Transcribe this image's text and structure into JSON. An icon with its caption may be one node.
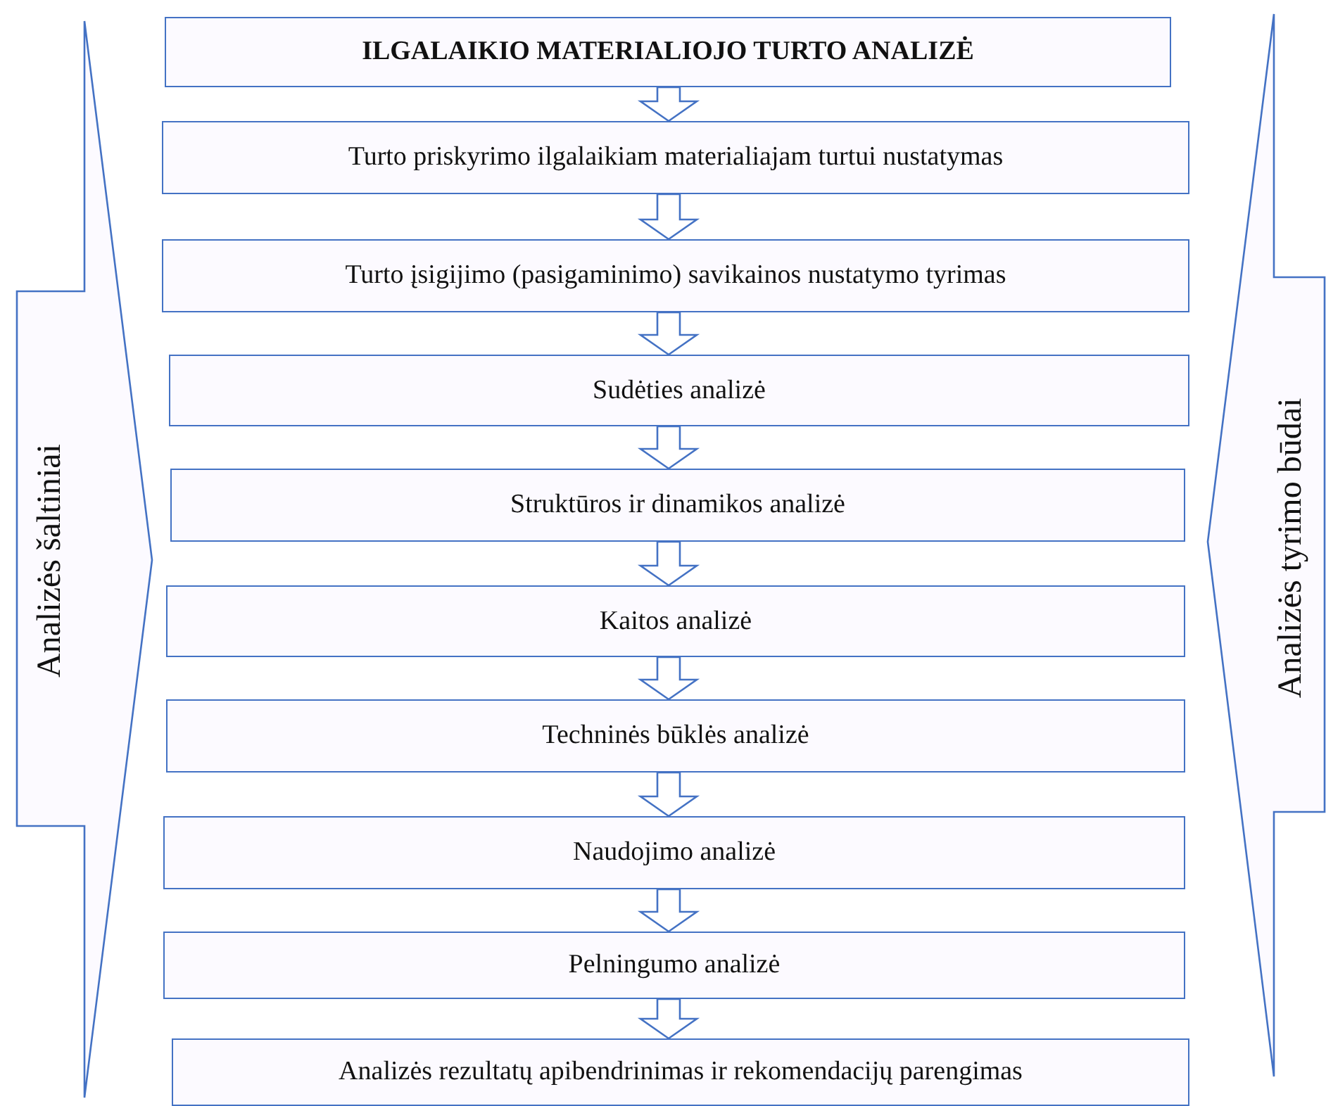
{
  "diagram": {
    "nodes": [
      {
        "text": [
          "ILGALAIKIO MATERIALIOJO TURTO ANALIZĖ"
        ]
      },
      {
        "text": [
          "Turto priskyrimo ilgalaikiam materialiajam turtui nustatymas"
        ]
      },
      {
        "text": [
          "Turto įsigijimo (pasigaminimo) savikainos nustatymo tyrimas"
        ]
      },
      {
        "text": [
          "Sudėties analizė"
        ]
      },
      {
        "text": [
          "Struktūros ir dinamikos analizė"
        ]
      },
      {
        "text": [
          "Kaitos analizė"
        ]
      },
      {
        "text": [
          "Techninės būklės analizė"
        ]
      },
      {
        "text": [
          "Naudojimo analizė"
        ]
      },
      {
        "text": [
          "Pelningumo analizė"
        ]
      },
      {
        "text": [
          "Analizės rezultatų apibendrinimas ir rekomendacijų parengimas"
        ]
      },
      {
        "text": [
          "Analizės šaltiniai"
        ]
      },
      {
        "text": [
          "Analizės tyrimo būdai"
        ]
      }
    ],
    "edges": [
      {
        "from": 0,
        "to": 1,
        "arrow": "to"
      },
      {
        "from": 1,
        "to": 2,
        "arrow": "to"
      },
      {
        "from": 2,
        "to": 3,
        "arrow": "to"
      },
      {
        "from": 3,
        "to": 4,
        "arrow": "to"
      },
      {
        "from": 4,
        "to": 5,
        "arrow": "to"
      },
      {
        "from": 5,
        "to": 6,
        "arrow": "to"
      },
      {
        "from": 6,
        "to": 7,
        "arrow": "to"
      },
      {
        "from": 7,
        "to": 8,
        "arrow": "to"
      },
      {
        "from": 8,
        "to": 9,
        "arrow": "to"
      }
    ]
  }
}
